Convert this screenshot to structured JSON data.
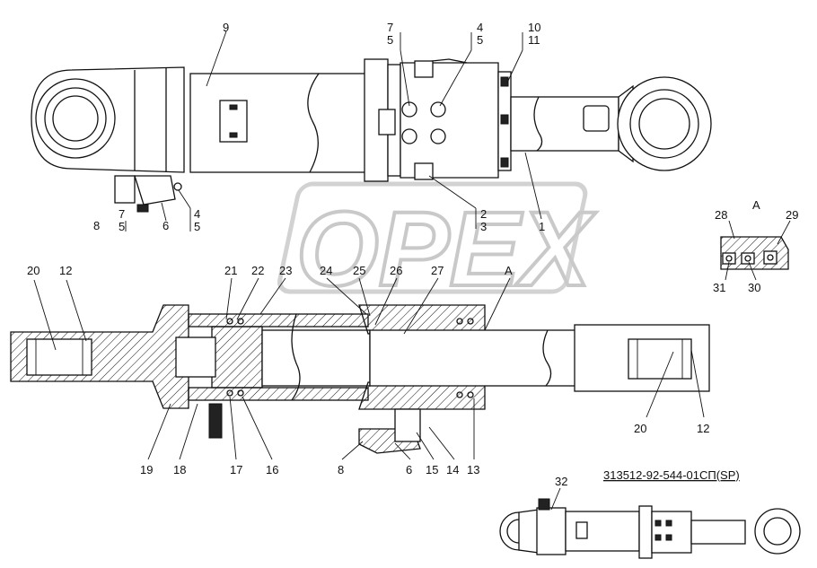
{
  "watermark": "OPEX",
  "part_number": "313512-92-544-01СП(SP)",
  "detail_view_label": "A",
  "section_marker": "A",
  "callouts": {
    "c9": "9",
    "c7a": "7",
    "c5a": "5",
    "c4a": "4",
    "c5b": "5",
    "c10": "10",
    "c11": "11",
    "c8a": "8",
    "c7b": "7",
    "c5c": "5",
    "c6a": "6",
    "c4b": "4",
    "c5d": "5",
    "c2": "2",
    "c3": "3",
    "c1": "1",
    "c28": "28",
    "c29": "29",
    "c31": "31",
    "c30": "30",
    "c20a": "20",
    "c12a": "12",
    "c21": "21",
    "c22": "22",
    "c23": "23",
    "c24": "24",
    "c25": "25",
    "c26": "26",
    "c27": "27",
    "c19": "19",
    "c18": "18",
    "c17": "17",
    "c16": "16",
    "c8b": "8",
    "c6b": "6",
    "c15": "15",
    "c14": "14",
    "c13": "13",
    "c20b": "20",
    "c12b": "12",
    "c32": "32"
  }
}
